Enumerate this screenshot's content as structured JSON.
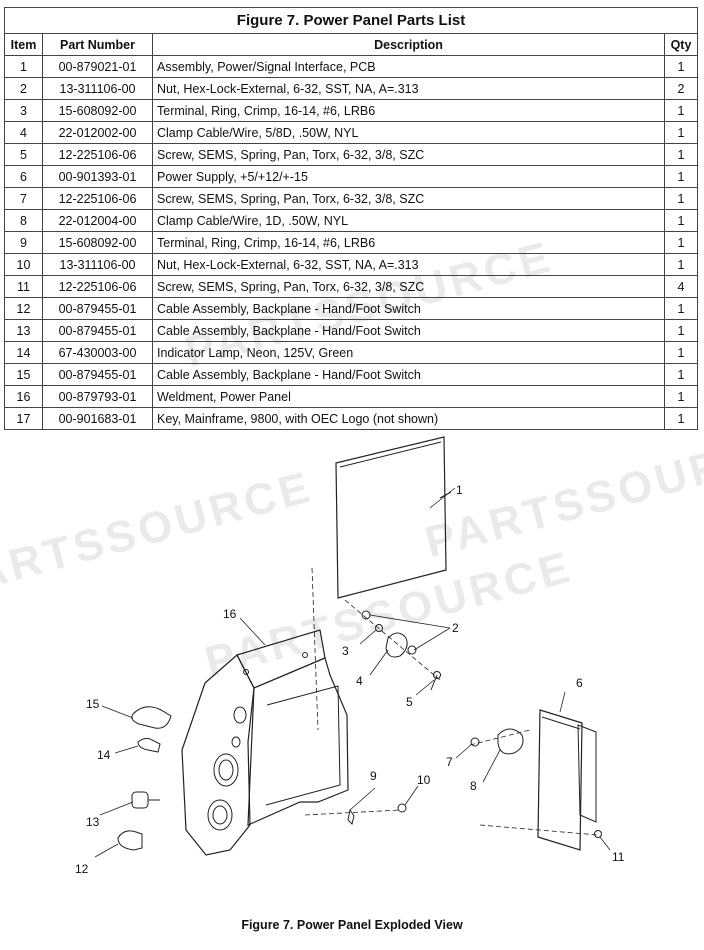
{
  "table": {
    "title": "Figure 7.  Power Panel Parts List",
    "headers": [
      "Item",
      "Part Number",
      "Description",
      "Qty"
    ],
    "rows": [
      [
        "1",
        "00-879021-01",
        "Assembly, Power/Signal Interface, PCB",
        "1"
      ],
      [
        "2",
        "13-311106-00",
        "Nut, Hex-Lock-External, 6-32, SST, NA, A=.313",
        "2"
      ],
      [
        "3",
        "15-608092-00",
        "Terminal, Ring, Crimp, 16-14, #6, LRB6",
        "1"
      ],
      [
        "4",
        "22-012002-00",
        "Clamp Cable/Wire, 5/8D, .50W, NYL",
        "1"
      ],
      [
        "5",
        "12-225106-06",
        "Screw, SEMS, Spring, Pan, Torx, 6-32, 3/8, SZC",
        "1"
      ],
      [
        "6",
        "00-901393-01",
        "Power Supply, +5/+12/+-15",
        "1"
      ],
      [
        "7",
        "12-225106-06",
        "Screw, SEMS, Spring, Pan, Torx, 6-32, 3/8, SZC",
        "1"
      ],
      [
        "8",
        "22-012004-00",
        "Clamp Cable/Wire, 1D, .50W, NYL",
        "1"
      ],
      [
        "9",
        "15-608092-00",
        "Terminal, Ring, Crimp, 16-14, #6, LRB6",
        "1"
      ],
      [
        "10",
        "13-311106-00",
        "Nut, Hex-Lock-External, 6-32, SST, NA, A=.313",
        "1"
      ],
      [
        "11",
        "12-225106-06",
        "Screw, SEMS, Spring, Pan, Torx, 6-32, 3/8, SZC",
        "4"
      ],
      [
        "12",
        "00-879455-01",
        "Cable Assembly, Backplane - Hand/Foot Switch",
        "1"
      ],
      [
        "13",
        "00-879455-01",
        "Cable Assembly, Backplane - Hand/Foot Switch",
        "1"
      ],
      [
        "14",
        "67-430003-00",
        "Indicator Lamp, Neon, 125V, Green",
        "1"
      ],
      [
        "15",
        "00-879455-01",
        "Cable Assembly, Backplane - Hand/Foot Switch",
        "1"
      ],
      [
        "16",
        "00-879793-01",
        "Weldment, Power Panel",
        "1"
      ],
      [
        "17",
        "00-901683-01",
        "Key, Mainframe, 9800, with OEC Logo (not shown)",
        "1"
      ]
    ]
  },
  "diagram": {
    "caption": "Figure 7. Power Panel Exploded View",
    "callouts": [
      "1",
      "2",
      "3",
      "4",
      "5",
      "6",
      "7",
      "8",
      "9",
      "10",
      "11",
      "12",
      "13",
      "14",
      "15",
      "16"
    ]
  },
  "watermark": "PARTSSOURCE",
  "colors": {
    "line": "#222222",
    "watermark": "#a0a0a0"
  }
}
